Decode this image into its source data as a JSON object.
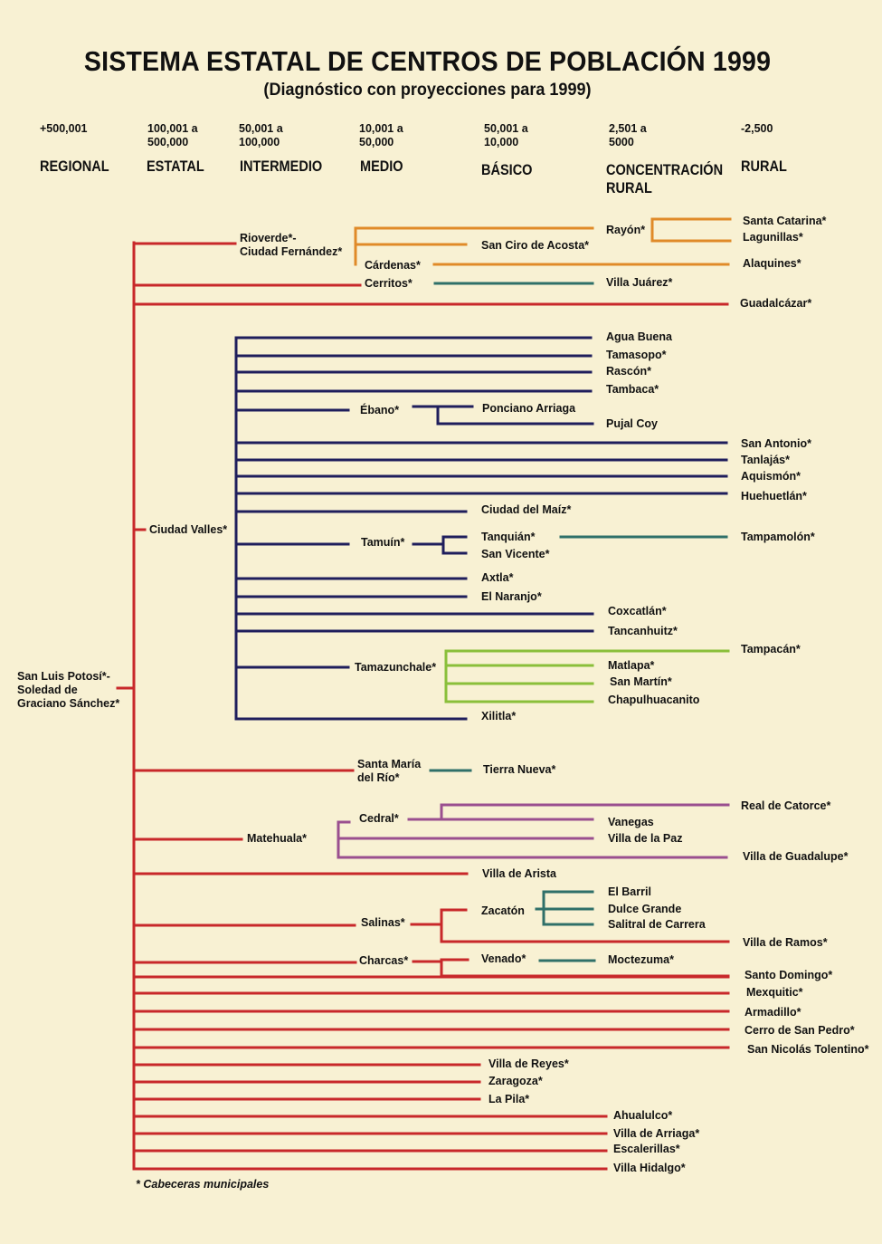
{
  "title": "SISTEMA ESTATAL DE CENTROS DE POBLACIÓN 1999",
  "subtitle": "(Diagnóstico con proyecciones para 1999)",
  "colors": {
    "background": "#f8f1d3",
    "red": "#c8282a",
    "navy": "#1f1e5c",
    "orange": "#e08a28",
    "teal": "#2f7069",
    "green": "#8abf3a",
    "purple": "#9a4f8f"
  },
  "ranges": [
    "+500,001",
    "100,001 a\n500,000",
    "50,001 a\n100,000",
    "10,001 a\n50,000",
    "50,001 a\n10,000",
    "2,501 a\n5000",
    "-2,500"
  ],
  "levels": [
    "REGIONAL",
    "ESTATAL",
    "INTERMEDIO",
    "MEDIO",
    "BÁSICO",
    "CONCENTRACIÓN\nRURAL",
    "RURAL"
  ],
  "footnote": "* Cabeceras municipales",
  "nodes": {
    "slp": "San Luis Potosí*-\nSoledad de\nGraciano Sánchez*",
    "rioverde": "Rioverde*-\nCiudad Fernández*",
    "rayon": "Rayón*",
    "santa_catarina": "Santa Catarina*",
    "lagunillas": "Lagunillas*",
    "san_ciro": "San Ciro de Acosta*",
    "cardenas": "Cárdenas*",
    "alaquines": "Alaquines*",
    "cerritos": "Cerritos*",
    "villa_juarez": "Villa Juárez*",
    "guadalcazar": "Guadalcázar*",
    "ciudad_valles": "Ciudad Valles*",
    "agua_buena": "Agua Buena",
    "tamasopo": "Tamasopo*",
    "rascon": "Rascón*",
    "tambaca": "Tambaca*",
    "ebano": "Ébano*",
    "ponciano": "Ponciano Arriaga",
    "pujal": "Pujal Coy",
    "san_antonio": "San Antonio*",
    "tanlajas": "Tanlajás*",
    "aquismon": "Aquismón*",
    "huehuetlan": "Huehuetlán*",
    "ciudad_maiz": "Ciudad del Maíz*",
    "tamuin": "Tamuín*",
    "tanquian": "Tanquián*",
    "san_vicente": "San Vicente*",
    "tampamolon": "Tampamolón*",
    "axtla": "Axtla*",
    "el_naranjo": "El Naranjo*",
    "coxcatlan": "Coxcatlán*",
    "tancanhuitz": "Tancanhuitz*",
    "tamazunchale": "Tamazunchale*",
    "tampacan": "Tampacán*",
    "matlapa": "Matlapa*",
    "san_martin": "San Martín*",
    "chapulhuacanito": "Chapulhuacanito",
    "xilitla": "Xilitla*",
    "santa_maria": "Santa María\ndel Río*",
    "tierra_nueva": "Tierra Nueva*",
    "cedral": "Cedral*",
    "real_catorce": "Real de Catorce*",
    "vanegas": "Vanegas",
    "villa_paz": "Villa de la Paz",
    "matehuala": "Matehuala*",
    "villa_guadalupe": "Villa de Guadalupe*",
    "villa_arista": "Villa de Arista",
    "el_barril": "El Barril",
    "zacaton": "Zacatón",
    "dulce_grande": "Dulce Grande",
    "salinas": "Salinas*",
    "salitral": "Salitral de Carrera",
    "villa_ramos": "Villa de Ramos*",
    "charcas": "Charcas*",
    "venado": "Venado*",
    "moctezuma": "Moctezuma*",
    "santo_domingo": "Santo Domingo*",
    "mexquitic": "Mexquitic*",
    "armadillo": "Armadillo*",
    "cerro_san_pedro": "Cerro de San Pedro*",
    "san_nicolas": "San Nicolás Tolentino*",
    "villa_reyes": "Villa de Reyes*",
    "zaragoza": "Zaragoza*",
    "la_pila": "La Pila*",
    "ahualulco": "Ahualulco*",
    "villa_arriaga": "Villa de Arriaga*",
    "escalerillas": "Escalerillas*",
    "villa_hidalgo": "Villa Hidalgo*"
  }
}
